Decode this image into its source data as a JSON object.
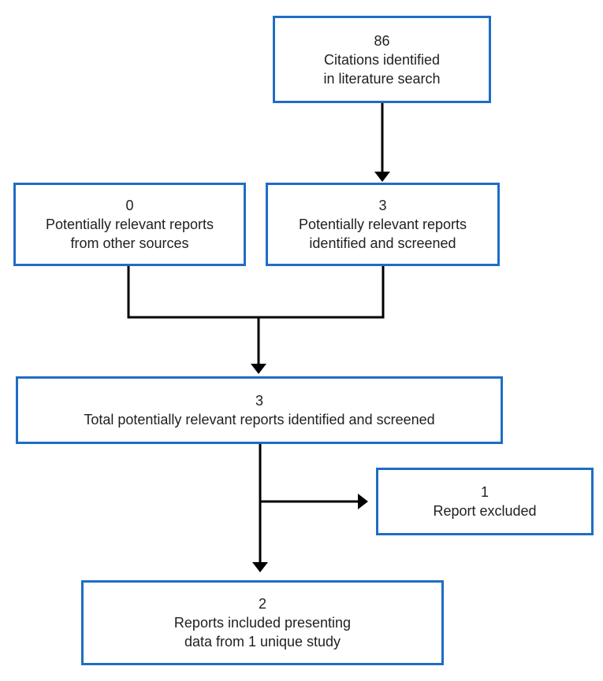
{
  "diagram": {
    "type": "flowchart",
    "accent_color": "#1e6dc5",
    "connector_color": "#000000",
    "nodes": {
      "citations": {
        "value": "86",
        "lines": [
          "Citations identified",
          "in literature search"
        ]
      },
      "other_sources": {
        "value": "0",
        "lines": [
          "Potentially relevant reports",
          "from other sources"
        ]
      },
      "screened": {
        "value": "3",
        "lines": [
          "Potentially relevant reports",
          "identified and screened"
        ]
      },
      "total": {
        "value": "3",
        "lines": [
          "Total potentially relevant reports identified and screened"
        ]
      },
      "excluded": {
        "value": "1",
        "lines": [
          "Report excluded"
        ]
      },
      "included": {
        "value": "2",
        "lines": [
          "Reports included presenting",
          "data from 1 unique study"
        ]
      }
    },
    "edges": [
      {
        "from": "citations",
        "to": "screened"
      },
      {
        "from": "other_sources",
        "to": "total"
      },
      {
        "from": "screened",
        "to": "total"
      },
      {
        "from": "total",
        "to": "excluded"
      },
      {
        "from": "total",
        "to": "included"
      }
    ]
  }
}
